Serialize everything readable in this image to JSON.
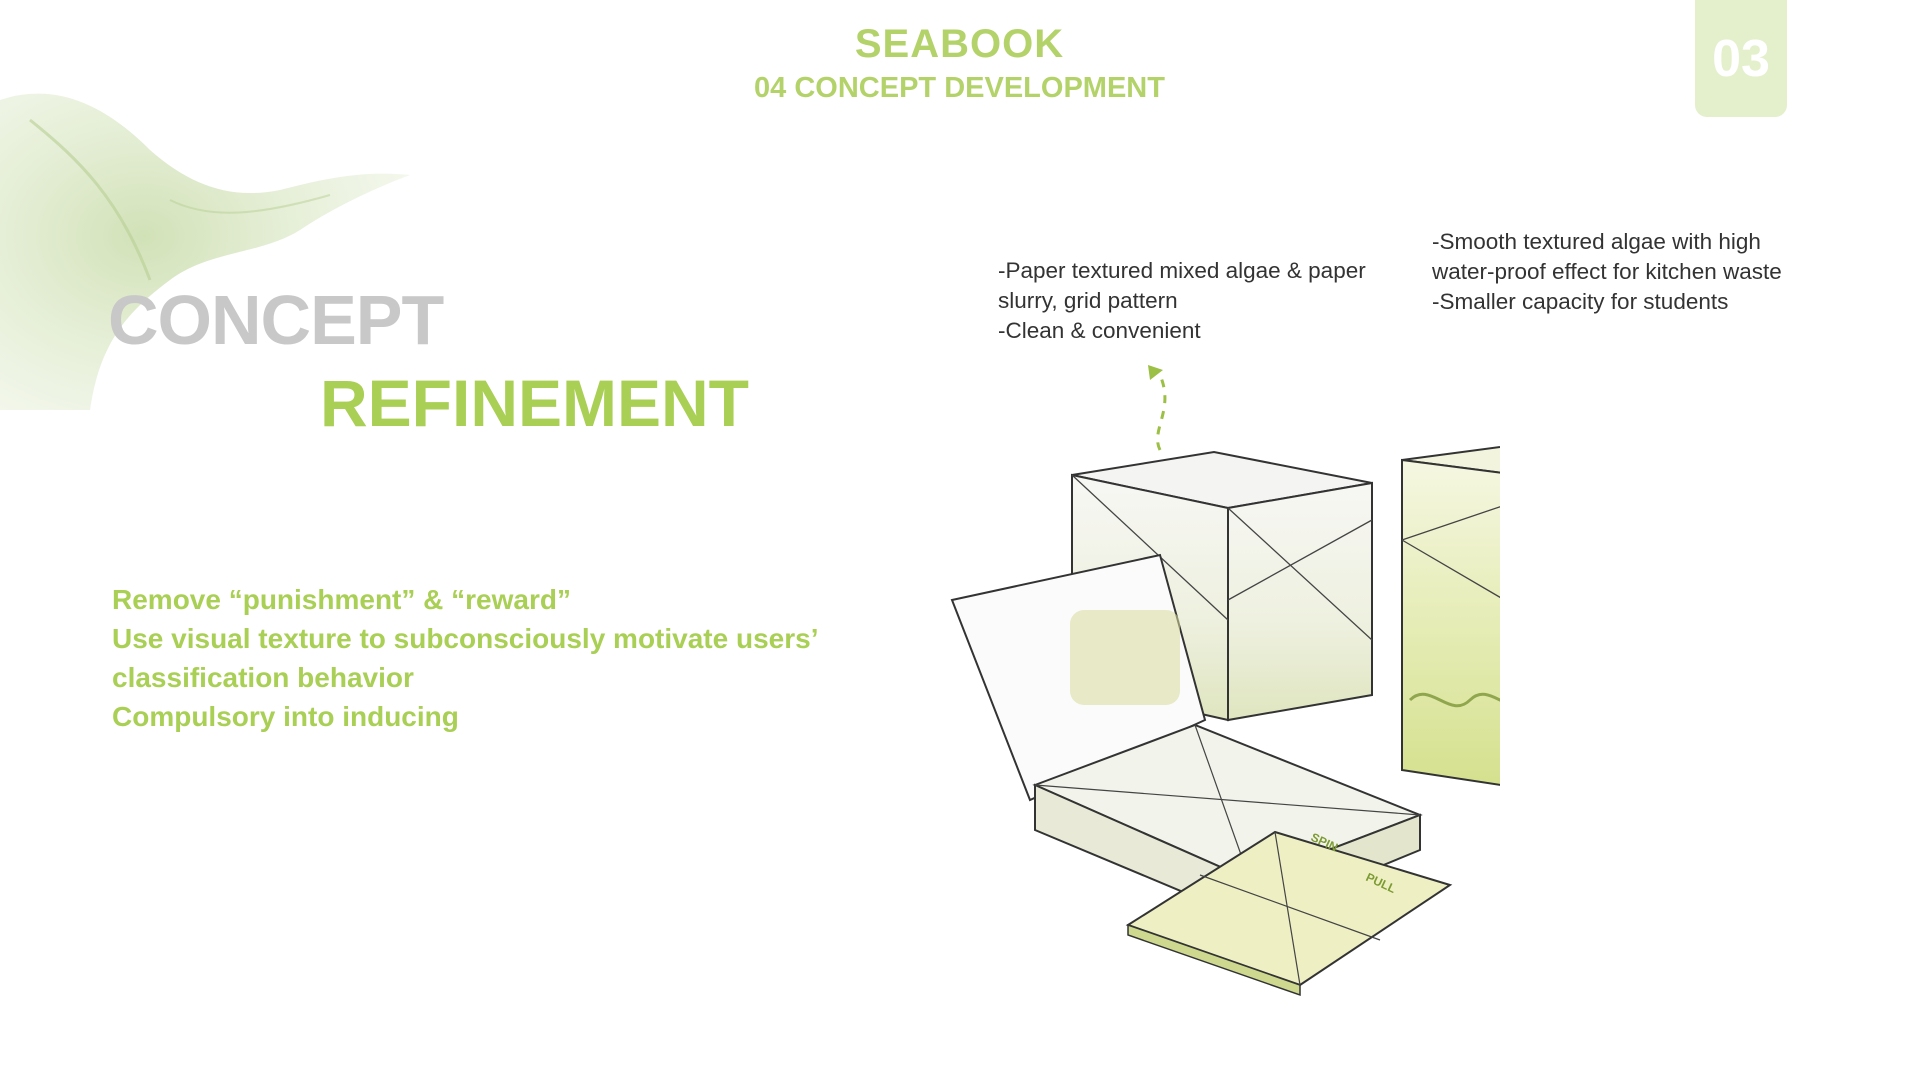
{
  "header": {
    "title": "SEABOOK",
    "subtitle": "04 CONCEPT DEVELOPMENT",
    "page_number": "03"
  },
  "headline": {
    "line1": "CONCEPT",
    "line2": "REFINEMENT"
  },
  "principles": [
    "Remove “punishment” & “reward”",
    "Use visual texture to subconsciously motivate users’",
    "classification behavior",
    "Compulsory into inducing"
  ],
  "notes": {
    "left": [
      "-Paper textured mixed algae & paper",
      "slurry, grid pattern",
      "-Clean & convenient"
    ],
    "right": [
      "-Smooth textured algae with high",
      "water-proof effect for kitchen waste",
      "-Smaller capacity for students"
    ]
  },
  "illustration_labels": {
    "spin": "SPIN",
    "pull": "PULL"
  },
  "colors": {
    "accent_green": "#a9cf55",
    "light_green": "#b3d36a",
    "badge_bg": "#e4f0cb",
    "concept_gray": "#c8c8c8",
    "algae": "#dde8a8"
  }
}
